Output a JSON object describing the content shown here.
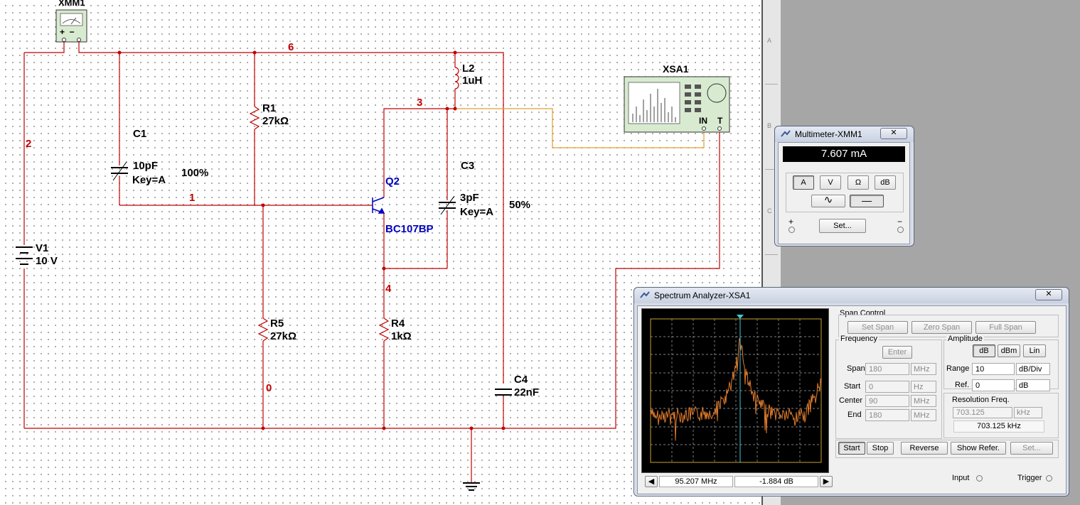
{
  "schematic": {
    "components": {
      "xmm1": "XMM1",
      "xsa1": "XSA1",
      "v1_name": "V1",
      "v1_value": "10 V",
      "c1_name": "C1",
      "c1_value": "10pF",
      "c1_key": "Key=A",
      "c1_pct": "100%",
      "r1_name": "R1",
      "r1_value": "27kΩ",
      "l2_name": "L2",
      "l2_value": "1uH",
      "q2_name": "Q2",
      "q2_model": "BC107BP",
      "c3_name": "C3",
      "c3_value": "3pF",
      "c3_key": "Key=A",
      "c3_pct": "50%",
      "r5_name": "R5",
      "r5_value": "27kΩ",
      "r4_name": "R4",
      "r4_value": "1kΩ",
      "c4_name": "C4",
      "c4_value": "22nF",
      "xsa_in": "IN",
      "xsa_t": "T"
    },
    "nets": {
      "n6": "6",
      "n2": "2",
      "n3": "3",
      "n1": "1",
      "n4": "4",
      "n0": "0"
    },
    "ruler": [
      "A",
      "B",
      "C"
    ]
  },
  "multimeter": {
    "title": "Multimeter-XMM1",
    "close": "✕",
    "display": "7.607 mA",
    "modes": [
      "A",
      "V",
      "Ω",
      "dB"
    ],
    "active_mode": "A",
    "ac_symbol": "∿",
    "dc_symbol": "—",
    "plus": "+",
    "minus": "−",
    "set_label": "Set..."
  },
  "spectrum": {
    "title": "Spectrum Analyzer-XSA1",
    "close": "✕",
    "span_control": {
      "title": "Span Control",
      "set_span": "Set Span",
      "zero_span": "Zero Span",
      "full_span": "Full Span"
    },
    "frequency": {
      "title": "Frequency",
      "enter": "Enter",
      "span_label": "Span",
      "span_value": "180",
      "span_unit": "MHz",
      "start_label": "Start",
      "start_value": "0",
      "start_unit": "Hz",
      "center_label": "Center",
      "center_value": "90",
      "center_unit": "MHz",
      "end_label": "End",
      "end_value": "180",
      "end_unit": "MHz"
    },
    "amplitude": {
      "title": "Amplitude",
      "db": "dB",
      "dbm": "dBm",
      "lin": "Lin",
      "range_label": "Range",
      "range_value": "10",
      "range_unit": "dB/Div",
      "ref_label": "Ref.",
      "ref_value": "0",
      "ref_unit": "dB"
    },
    "resolution": {
      "title": "Resolution Freq.",
      "value": "703.125",
      "unit": "kHz",
      "readout": "703.125 kHz"
    },
    "buttons": {
      "start": "Start",
      "stop": "Stop",
      "reverse": "Reverse",
      "show_refer": "Show Refer.",
      "set": "Set..."
    },
    "input_label": "Input",
    "trigger_label": "Trigger",
    "cursor_freq": "95.207 MHz",
    "cursor_amp": "-1.884  dB",
    "left_arrow": "🡐",
    "right_arrow": "🡒",
    "trace_color": "#e07b2c",
    "cursor_color": "#41c6d6"
  }
}
